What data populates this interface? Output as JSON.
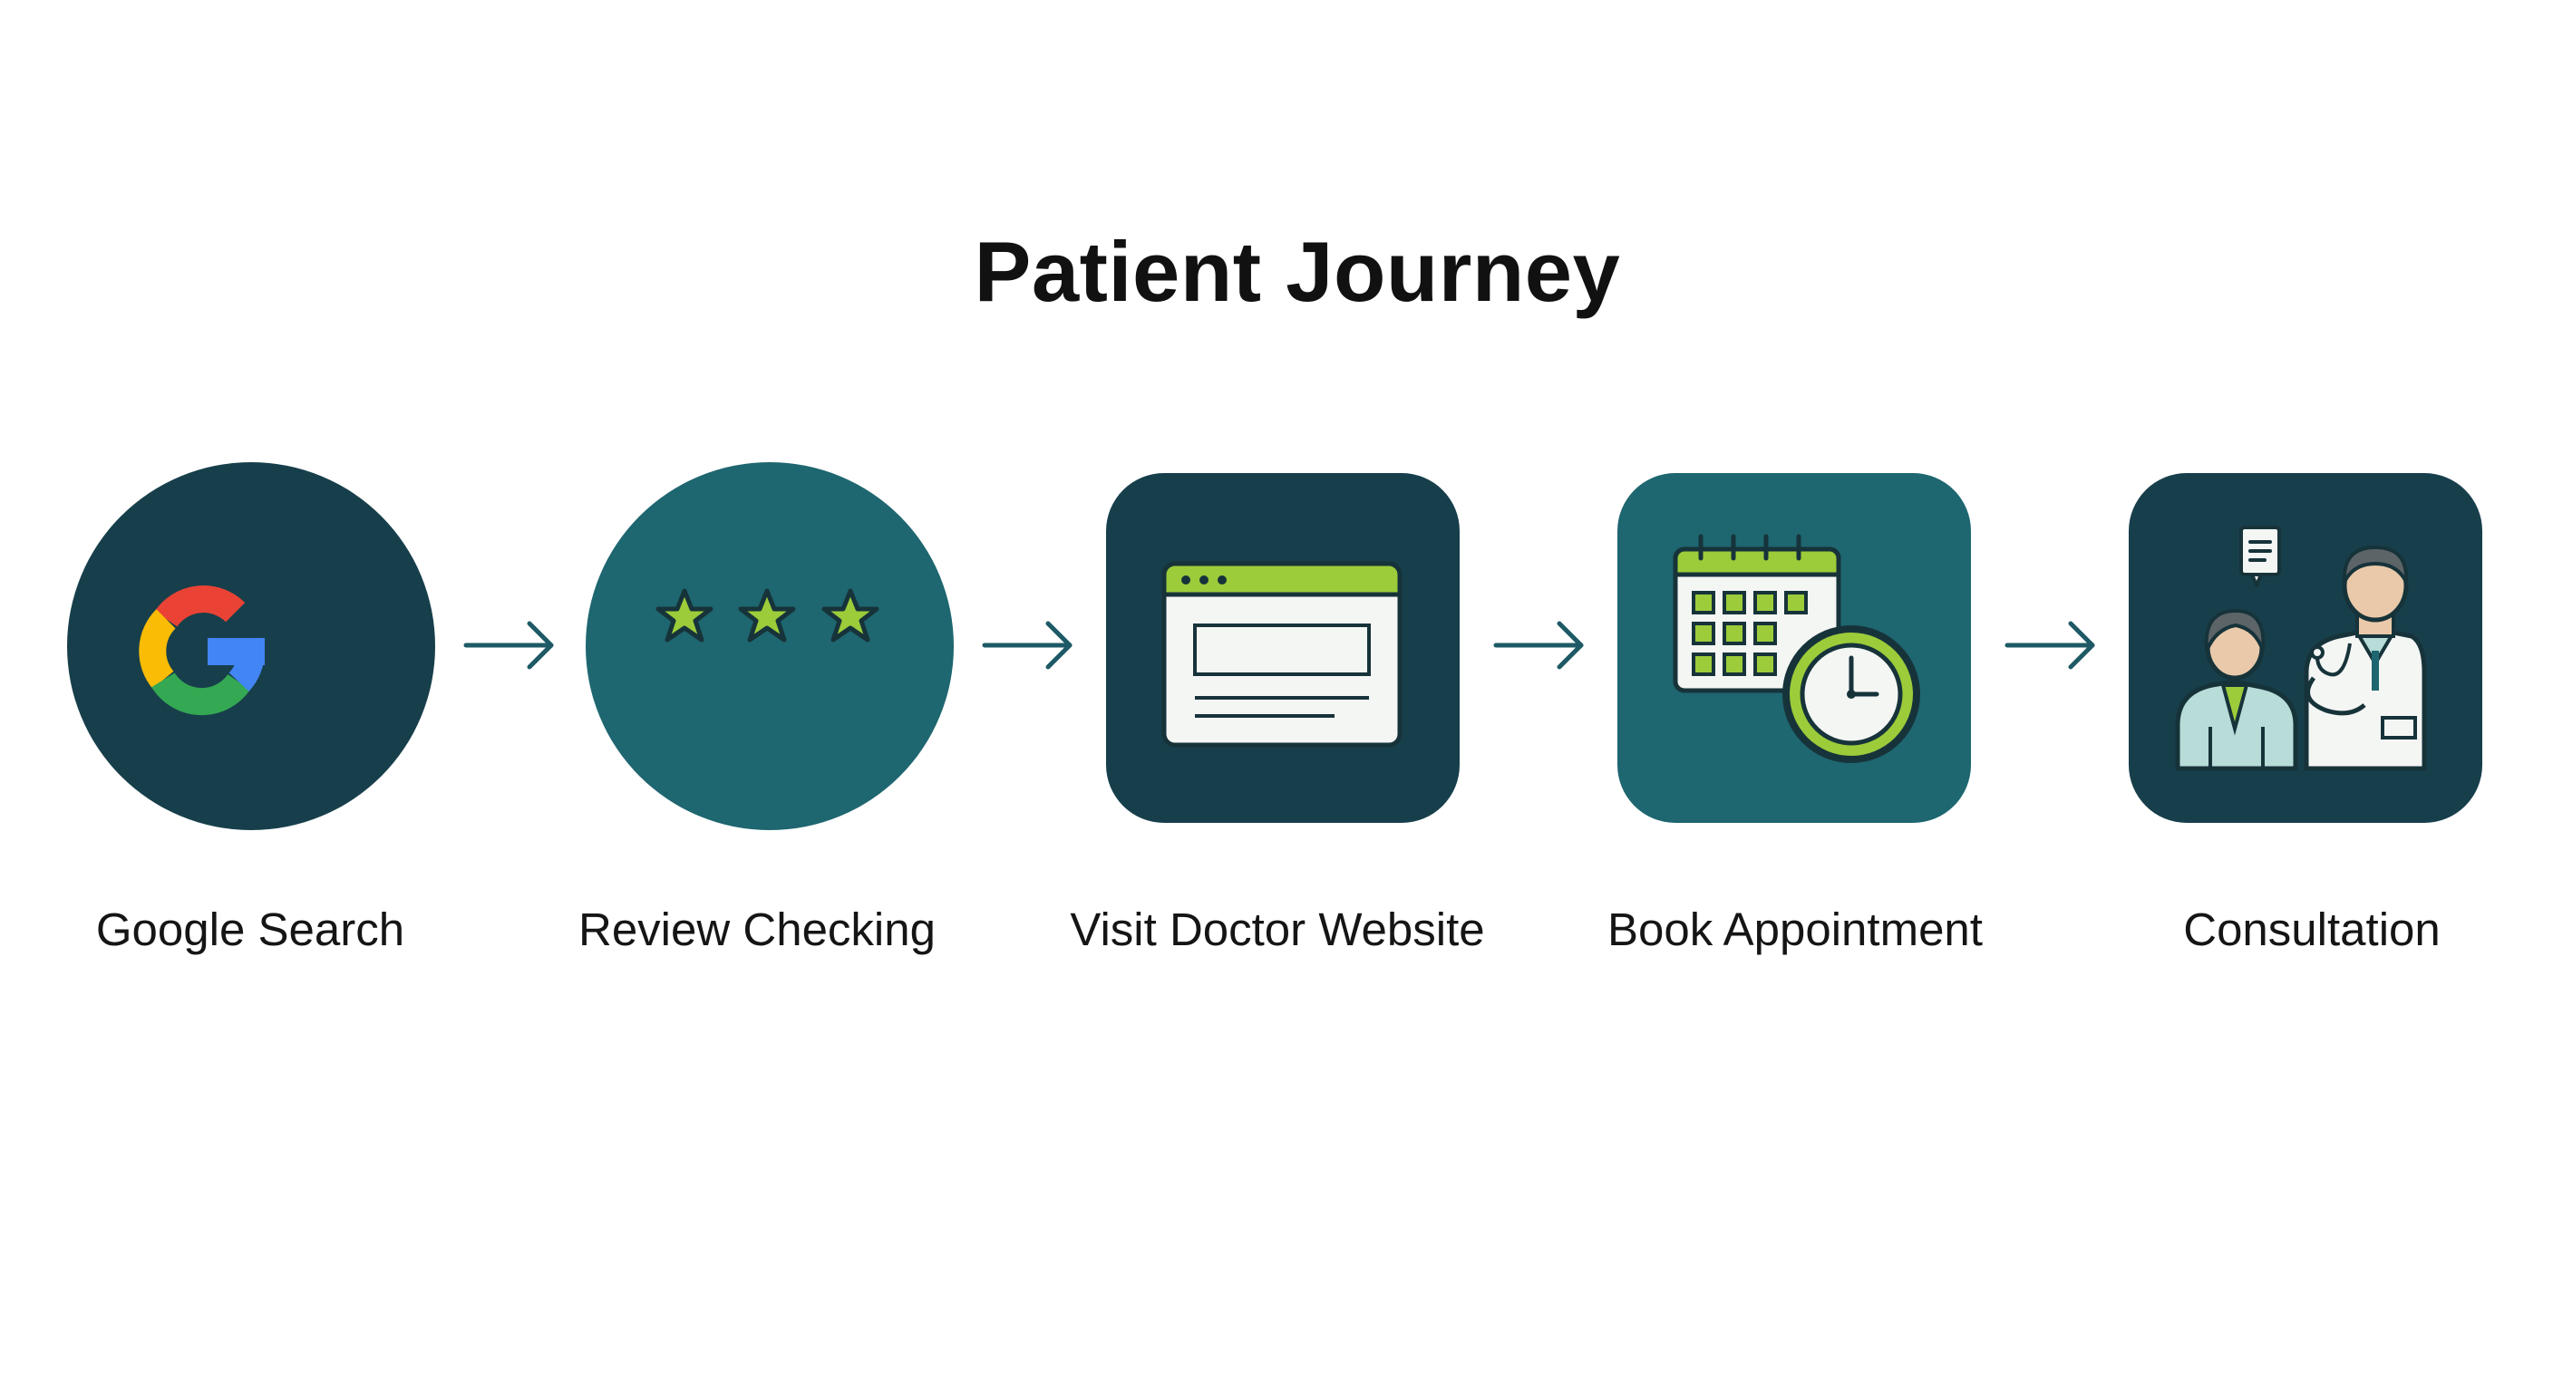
{
  "diagram": {
    "title": "Patient Journey",
    "steps": [
      {
        "id": "google-search",
        "label": "Google Search",
        "icon": "google-g-icon",
        "shape": "circle"
      },
      {
        "id": "review-checking",
        "label": "Review Checking",
        "icon": "star-rating-icon",
        "shape": "circle"
      },
      {
        "id": "visit-doctor-website",
        "label": "Visit Doctor Website",
        "icon": "browser-window-icon",
        "shape": "rounded-square"
      },
      {
        "id": "book-appointment",
        "label": "Book Appointment",
        "icon": "calendar-clock-icon",
        "shape": "rounded-square"
      },
      {
        "id": "consultation",
        "label": "Consultation",
        "icon": "doctor-patient-icon",
        "shape": "rounded-square"
      }
    ],
    "connector": "right-arrow-icon",
    "colors": {
      "badge_dark": "#173f4b",
      "badge_teal": "#1e6670",
      "accent_green": "#9ccc3a",
      "arrow": "#1e5a66",
      "google_blue": "#4285f4",
      "google_red": "#ea4335",
      "google_yellow": "#fbbc05",
      "google_green": "#34a853"
    }
  }
}
